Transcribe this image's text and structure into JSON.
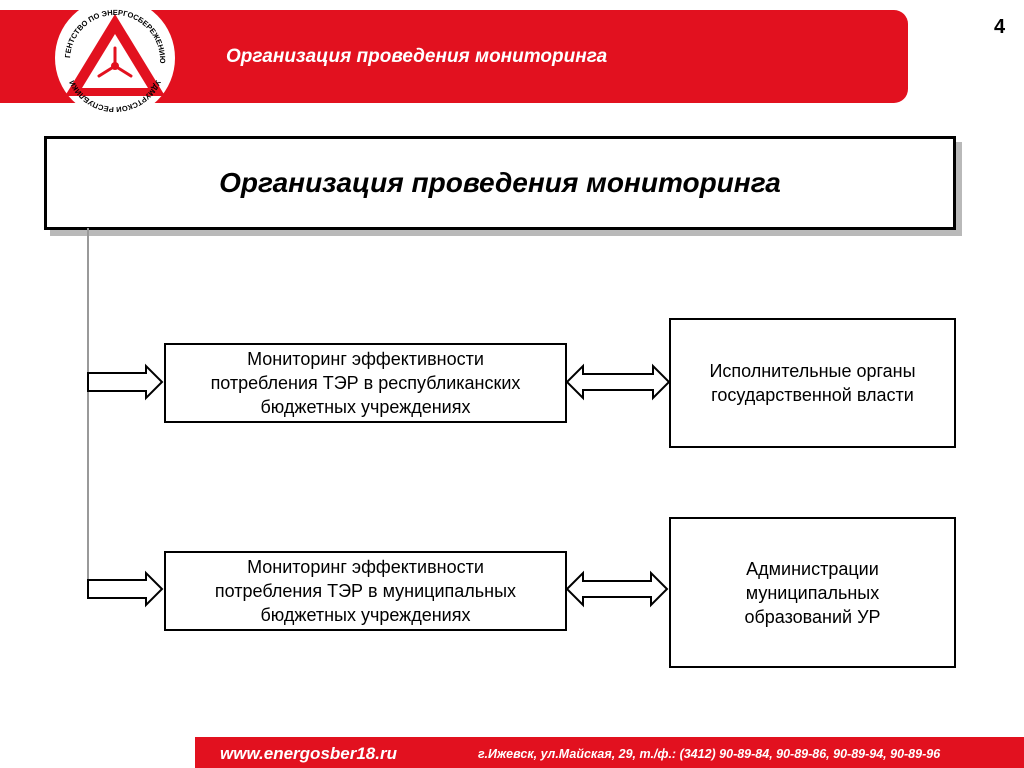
{
  "header": {
    "title": "Организация проведения мониторинга",
    "logo_text_top": "АГЕНТСТВО ПО ЭНЕРГОСБЕРЕЖЕНИЮ",
    "logo_text_bottom": "УДМУРТСКОЙ РЕСПУБЛИКИ"
  },
  "page_number": "4",
  "diagram": {
    "title": "Организация проведения мониторинга",
    "nodes": {
      "republican": "Мониторинг эффективности\nпотребления ТЭР в республиканских\nбюджетных учреждениях",
      "municipal": "Мониторинг эффективности\nпотребления ТЭР в муниципальных\nбюджетных учреждениях",
      "executive": "Исполнительные органы\nгосударственной власти",
      "administrations": "Администрации\nмуниципальных\nобразований УР"
    }
  },
  "footer": {
    "url": "www.energosber18.ru",
    "address": "г.Ижевск, ул.Майская, 29, т./ф.: (3412) 90-89-84, 90-89-86, 90-89-94, 90-89-96"
  },
  "colors": {
    "brand_red": "#e2111f",
    "shadow_gray": "#b9b9b9"
  }
}
